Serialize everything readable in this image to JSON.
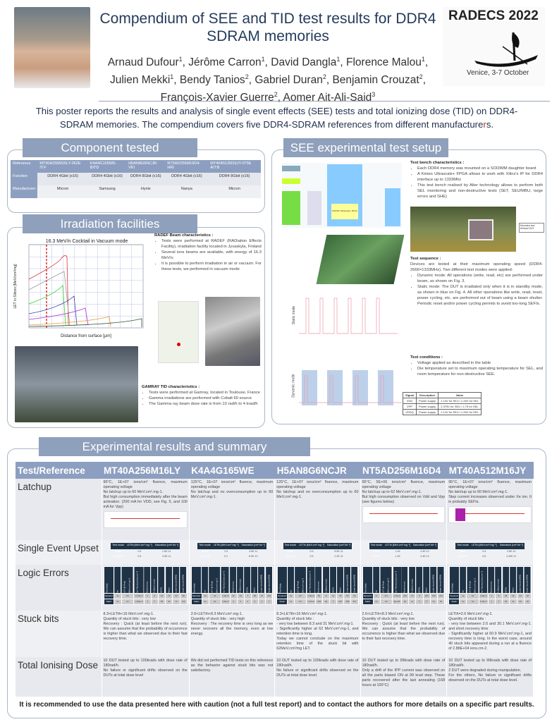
{
  "header": {
    "title": "Compendium of SEE and TID test results for DDR4 SDRAM memories",
    "authors": [
      [
        "Arnaud Dufour",
        "1"
      ],
      [
        "Jérôme Carron",
        "1"
      ],
      [
        "David Dangla",
        "1"
      ],
      [
        "Florence Malou",
        "1"
      ],
      [
        "Julien Mekki",
        "1"
      ],
      [
        "Bendy Tanios",
        "2"
      ],
      [
        "Gabriel Duran",
        "2"
      ],
      [
        "Benjamin Crouzat",
        "2"
      ],
      [
        "François-Xavier Guerre",
        "2"
      ],
      [
        "Aomer Ait-Ali-Said",
        "3"
      ]
    ],
    "logo_title": "RADECS 2022",
    "logo_subtitle": "Venice, 3-7 October"
  },
  "intro": {
    "text": "This poster reports the results and analysis of single event effects (SEE) tests and total ionizing dose (TID) on DDR4-SDRAM memories. The compendium covers five DDR4-SDRAM references from different manufacture",
    "tail_red": "r",
    "end": "s."
  },
  "component": {
    "title": "Component tested",
    "rows": [
      [
        "Reference",
        "MT40A256M16LY-062E IT:F",
        "K4A4G165WE-BITD",
        "H5AN8G6NCJR-VKI",
        "NT5AD256M16D4-HRI",
        "MT40A512M16JY-075E AIT:B"
      ],
      [
        "Function",
        "DDR4 4Gbit (x16)",
        "DDR4 4Gbit (x16)",
        "DDR4 8Gbit (x16)",
        "DDR4 4Gbit (x16)",
        "DDR4 8Gbit (x16)"
      ],
      [
        "Manufacturer",
        "Micron",
        "Samsung",
        "Hynix",
        "Nanya",
        "Micron"
      ]
    ]
  },
  "irradiation": {
    "title": "Irradiation facilities",
    "chart_title": "16.3 MeV/n Cocktail in Vacuum mode",
    "xlabel": "Distance from surface [µm]",
    "ylabel": "LET in Silicon [MeV/cm²/mg]",
    "radef_heading": "RADEF Beam characteristics :",
    "radef_items": [
      "Tests were performed at RADEF (RADiation Effects Facility), irradiation facility located in Jyvaskyla, Finland",
      "Several ions beams are available, with energy of 16.3 MeV/u",
      "It is possible to perform irradiation in air or vacuum. For these tests, we performed in vacuum mode"
    ],
    "gamray_heading": "GAMRAY TID characteristics :",
    "gamray_items": [
      "Tests were performed at Gamray, located in Toulouse, France",
      "Gamma irradiations are performed with Cobalt 60 source",
      "The Gamma ray beam dose rate is from 10 rad/h to 4 krad/h"
    ]
  },
  "setup": {
    "title": "SEE experimental test setup",
    "bench_heading": "Test bench characteristics :",
    "bench_items": [
      "Each DDR4 memory was mounted on a SODIMM daughter board",
      "A Kintex Ultrascale+ FPGA allows to work with Xilinx's IP for DDR4 interface up to 1333Mhz",
      "This test bench realised by Alter technology allows to perform both SEL monitoring and non-destructive tests (SET, SEU/MBU, large errors and SHE)"
    ],
    "dut_label": "Mounted and thinned DUT",
    "fpga_label": "KINTEX Ultrascale+ FPGA",
    "seq_heading": "Test sequence :",
    "seq_text": "Devices are tested at their maximum operating speed (DDR4-2666=1333MHz). Two different test modes were applied:",
    "seq_items": [
      "Dynamic mode: All operations (write, read, etc) are performed under beam, as shown on Fig. 3.",
      "Static mode: The DUT is irradiated only when it is in standby mode, as shown in blue on Fig. 4. All other operations like write, read, reset, power cycling, etc. are performed out of beam using a beam shutter. Periodic reset and/or power cycling permits to avoid too-long SEFIs."
    ],
    "static_label": "Static mode",
    "dynamic_label": "Dynamic mode",
    "cond_heading": "Test conditions :",
    "cond_items": [
      "Voltage applied as described in the table",
      "Die temperature set to maximum operating temperature for SEL, and room temperature for non-destructive SEE."
    ],
    "volt_table": [
      [
        "Signal",
        "Description",
        "Value"
      ],
      [
        "VDD",
        "Power supply",
        "1.14V for SEU / 1.26V for SEL"
      ],
      [
        "VPP",
        "Power supply",
        "2.375V for SEU / 2.75 for SEL"
      ],
      [
        "VDDQ",
        "Power supply",
        "1.14V for SEU / 1.26V for SEL"
      ]
    ]
  },
  "results": {
    "title": "Experimental results and summary",
    "header": [
      "Test/Reference",
      "MT40A256M16LY",
      "K4A4G165WE",
      "H5AN8G6NCJR",
      "NT5AD256M16D4",
      "MT40A512M16JY"
    ],
    "row_labels": [
      "Latchup",
      "Single Event Upset",
      "Logic Errors",
      "Stuck bits",
      "Total Ionising Dose"
    ],
    "latchup": [
      "95°C, 1E+07 ions/cm² fluence, maximum operating voltage\nNo latchup up to 60 MeV.cm².mg-1.\nBut high consumption immediately after the beam activation. (200 mA for VDD, see Fig. 5, and 100 mA for Vpp)",
      "125°C, 1E+07 ions/cm² fluence, maximum operating voltage\nNo latchup and no overconsumption up to 60 MeV.cm².mg-1.",
      "125°C, 1E+07 ions/cm² fluence, maximum operating voltage\nNo latchup and no overconsumption up to 60 MeV.cm².mg-1.",
      "95°C, 5E+06 ions/cm² fluence, maximum operating voltage\nNo latchup up to 62 MeV.cm².mg-1.\nBut high consumption observed on Vdd and Vpp (see figures below)",
      "95°C, 1E+07 ions/cm² fluence, maximum operating voltage\nNo latchup up to 60 MeV.cm².mg-1.\nStep current increases observed under Xe ion. It is probably SEFIs."
    ],
    "seu_header": [
      "Test mode",
      "LETth [MeV.cm².mg⁻¹]",
      "Saturation [cm².bit⁻¹]"
    ],
    "seu": [
      [
        [
          "Static",
          "0.5",
          "2.6E-11"
        ],
        [
          "Dynamic",
          "0.5",
          "2.6E-11"
        ]
      ],
      [
        [
          "Static",
          "2.5",
          "3.5E-11"
        ],
        [
          "Dynamic",
          "0.2",
          "8.9E-13"
        ]
      ],
      [
        [
          "Static",
          "0.5",
          "8.5E-11"
        ],
        [
          "Dynamic",
          "0.5",
          "2.3E-11"
        ]
      ],
      [
        [
          "Static",
          "1.45",
          "4.4E-12"
        ],
        [
          "Dynamic",
          "1.45",
          "4.4E-12"
        ]
      ],
      [
        [
          "Static",
          "0.5",
          "3.5E-10"
        ],
        [
          "Dynamic",
          "0.5",
          "4.49E-11"
        ]
      ]
    ],
    "le_header": [
      "Test Mode",
      "Ion",
      "LET @ Peak [MeV.cm².mg⁻¹]",
      "Ion Fluence [ions.cm⁻²]",
      "Reset errors",
      "Collision errors",
      "SEFIs",
      "Mean",
      "Lower bound (95%)",
      "Upper bound (95%)"
    ],
    "le": [
      [
        [
          "Dynamic",
          "Xe",
          "62",
          "1.67E+6",
          "4",
          "9",
          "44",
          "79",
          "63",
          "98"
        ],
        [
          "Static",
          "Xe",
          "62",
          "1.96E+5",
          "3",
          "0",
          "85",
          "90",
          "72",
          "110"
        ]
      ],
      [
        [
          "Dynamic",
          "Xe",
          "31",
          "1.0E+6",
          "52",
          "33",
          "7",
          "80",
          "67",
          "103"
        ],
        [
          "Static",
          "Xe",
          "62",
          "4.4E+5",
          "0",
          "0",
          "0",
          "0",
          "0",
          "0"
        ]
      ],
      [
        [
          "Dynamic",
          "Xe",
          "62",
          "1.6E+6",
          "55",
          "8",
          "12",
          "75",
          "59",
          "94"
        ],
        [
          "Static",
          "Xe",
          "62",
          "1.7E+6",
          "248",
          "84",
          "6",
          "320",
          "286",
          "357"
        ]
      ],
      [
        [
          "Dynamic",
          "Kr",
          "8.3",
          "1.7E+6",
          "240",
          "70",
          "5",
          "184",
          "158",
          "213"
        ],
        [
          "Static",
          "Xe",
          "62",
          "2E+05",
          "62",
          "11",
          "5",
          "77",
          "61",
          "96"
        ]
      ],
      [
        [
          "Dynamic",
          "Xe",
          "62",
          "1.0E+6",
          "1",
          "5",
          "28",
          "34",
          "24",
          "48"
        ],
        [
          "Static",
          "Xe",
          "62",
          "9.7E+5",
          "2",
          "3",
          "53",
          "34",
          "56",
          "36"
        ]
      ]
    ],
    "stuck": [
      "8.3<LETth<16 MeV.cm².mg-1.\nQuantity of stuck bits : very low\nRecovery : Quick (at least before the next run). We can assume that the probability of occurrence is higher than what we observed due to their fast recovery time.",
      "2.6<LETth<8.3 MeV.cm².mg-1.\nQuantity of stuck bits : very high\nRecovery : The recovery time is very long as we never recovers all the memory, even at low energy.",
      "8.3<LETth<16 MeV.cm².mg-1.\nQuantity of stuck bits :\n- very low between 8.3 and 31 MeV.cm².mg-1.\n- Significantly higher at 62 MeV.cm².mg-1, and retention time is long.\nToday we cannot conclude on the maximum retention time of the stuck bit with 62MeV.cm²/mg LET.",
      "2.6<LETth<8.3 MeV.cm².mg-1.\nQuantity of stuck bits : very low\nRecovery : Quick (at least before the next run). We can assume that the probability of occurrence is higher than what we observed due to their fast recovery time.",
      "LETth=2.6 MeV.cm².mg-1.\nQuantity of stuck bits :\n- very low between 2.6 and 30.1 MeV.cm².mg-1. and short recovery time\n- Significantly higher at 60.9 MeV.cm².mg-1, and recovery time is long. In the worst case, around 40 stuck bits appeared during a run at a fluence of 2.88E+04 ions.cm-2."
    ],
    "tid": [
      "10 DUT tested up to 100krads with dose rate of 180rad/h.\nNo failure or significant drifts observed on the DUTs at total dose level",
      "We did not performed TID tests on this reference as the behavior against stuck bits was not satisfactory.",
      "10 DUT tested up to 100krads with dose rate of 180rad/h.\nNo failure or significant drifts observed on the DUTs at total dose level.",
      "10 DUT tested up to 99krads with dose rate of 180rad/h.\nOnly a drift of the IPP current was observed on all the parts biased ON at 99 krad step. These parts recovered after the last annealing (168 hours at 100°C)",
      "10 DUT tested up to 99krads with dose rate of 180rad/h.\n2 DUT were degraded during manipulation.\nFor the others, No failure or significant drifts observed on the DUTs at total dose level."
    ]
  },
  "footer": "It is recommended to use the data presented here with caution (not a full test report) and to contact the authors for more details on a specific part results."
}
